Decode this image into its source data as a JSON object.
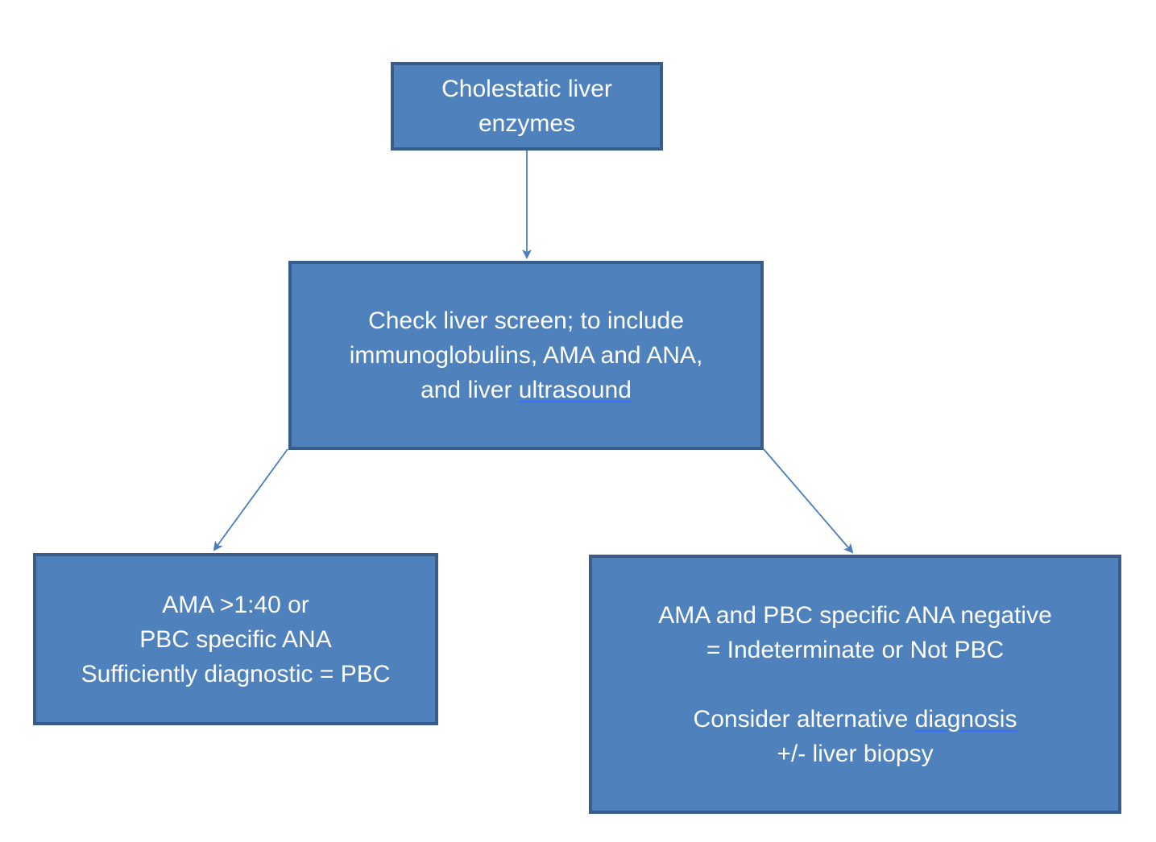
{
  "diagram": {
    "nodes": {
      "start": {
        "lines": [
          "Cholestatic liver",
          "enzymes"
        ]
      },
      "screen": {
        "lines": [
          "Check liver screen; to include",
          "immunoglobulins, AMA and ANA,",
          "and liver "
        ],
        "underlined_word": "ultrasound"
      },
      "pbc": {
        "lines": [
          "AMA >1:40 or",
          "PBC specific ANA",
          "Sufficiently diagnostic = PBC"
        ]
      },
      "not_pbc": {
        "lines": [
          "AMA and PBC specific ANA negative",
          "= Indeterminate or Not PBC",
          "",
          "Consider alternative ",
          "+/- liver biopsy"
        ],
        "underlined_word": "diagnosis"
      }
    },
    "edges": [
      {
        "from": "start",
        "to": "screen"
      },
      {
        "from": "screen",
        "to": "pbc"
      },
      {
        "from": "screen",
        "to": "not_pbc"
      }
    ],
    "colors": {
      "box_fill": "#4f81bd",
      "box_border": "#385d8a",
      "text": "#ffffff",
      "arrow": "#4a7ebb"
    }
  }
}
